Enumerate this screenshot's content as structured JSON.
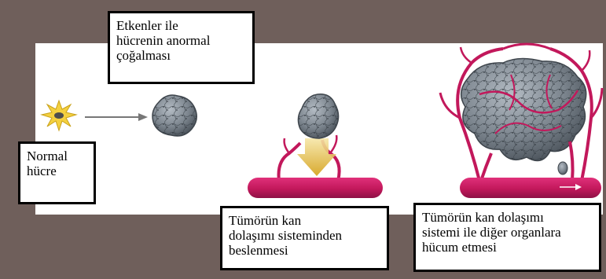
{
  "colors": {
    "frame": "#6f5f5b",
    "panel": "#ffffff",
    "vessel": "#c2185b",
    "vessel_dark": "#8e1045",
    "tumor": "#8b949c",
    "tumor_dark": "#4a525a",
    "normal_cell": "#f4d03f",
    "arrow": "#777777",
    "nutrient_arrow": "#d4a017"
  },
  "labels": {
    "normal_cell": "Normal\nhücre",
    "abnormal_growth": "Etkenler ile\nhücrenin anormal\nçoğalması",
    "tumor_feeding": "Tümörün kan\ndolaşımı sisteminden\nbeslenmesi",
    "tumor_invasion": "Tümörün kan dolaşımı\nsistemi ile diğer organlara\nhücum etmesi"
  }
}
